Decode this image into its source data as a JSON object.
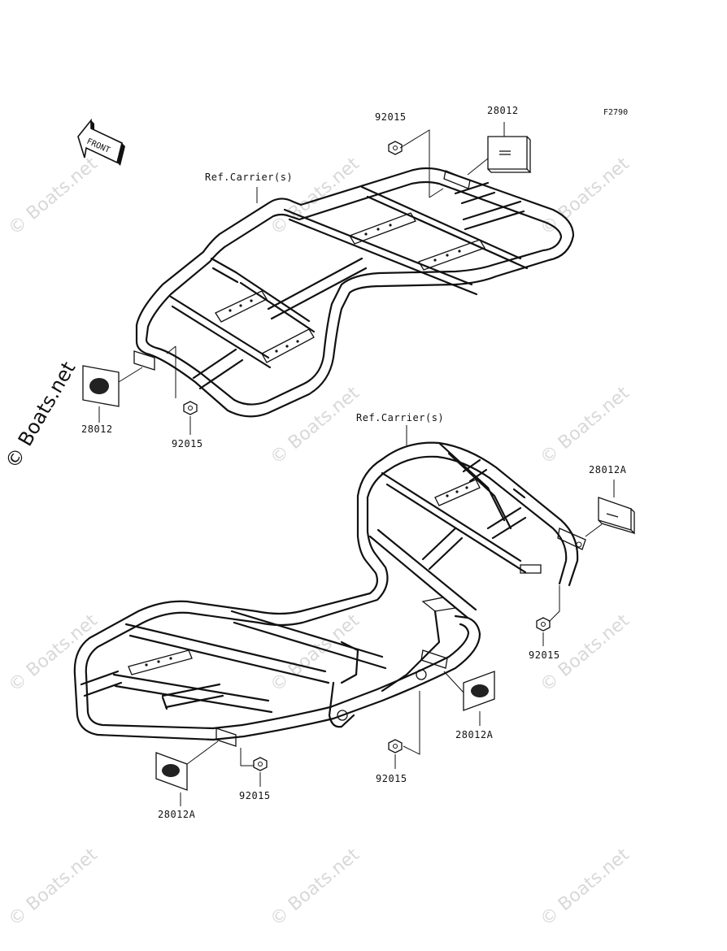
{
  "figure_code": "F2790",
  "front_label": "FRONT",
  "labels": {
    "ref_carrier_top": "Ref.Carrier(s)",
    "ref_carrier_bottom": "Ref.Carrier(s)",
    "p_92015_a": "92015",
    "p_28012_a": "28012",
    "p_28012_b": "28012",
    "p_92015_b": "92015",
    "p_28012A_a": "28012A",
    "p_92015_c": "92015",
    "p_28012A_b": "28012A",
    "p_92015_d": "92015",
    "p_92015_e": "92015",
    "p_28012A_c": "28012A"
  },
  "watermark": "© Boats.net",
  "colors": {
    "line": "#111111",
    "watermark": "#d8d8d8",
    "background": "#ffffff"
  }
}
